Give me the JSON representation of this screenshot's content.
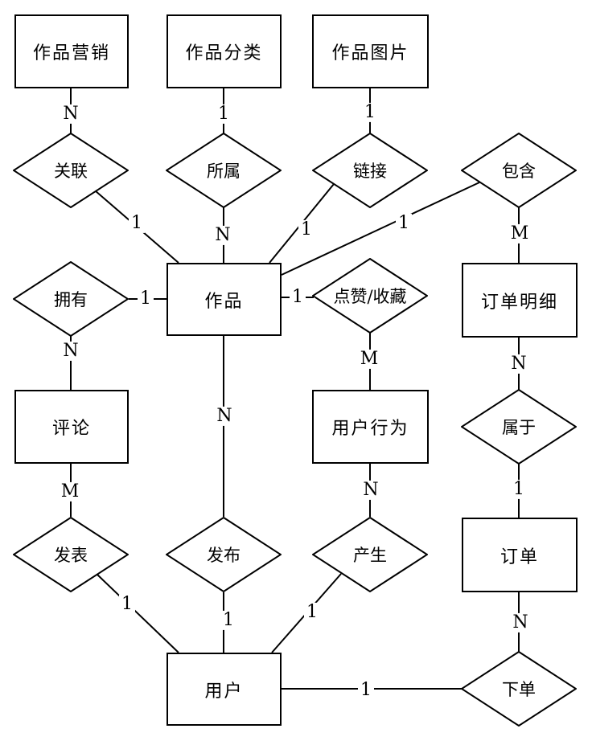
{
  "diagram": {
    "type": "entity-relationship-diagram",
    "colors": {
      "line": "#000000",
      "background": "#ffffff",
      "shape_fill": "#ffffff"
    },
    "entities": [
      {
        "label": "作品营销"
      },
      {
        "label": "作品分类"
      },
      {
        "label": "作品图片"
      },
      {
        "label": "作品"
      },
      {
        "label": "订单明细"
      },
      {
        "label": "评论"
      },
      {
        "label": "用户行为"
      },
      {
        "label": "订单"
      },
      {
        "label": "用户"
      }
    ],
    "relationships": [
      {
        "label": "关联"
      },
      {
        "label": "所属"
      },
      {
        "label": "链接"
      },
      {
        "label": "包含"
      },
      {
        "label": "拥有"
      },
      {
        "label": "点赞/收藏"
      },
      {
        "label": "属于"
      },
      {
        "label": "发表"
      },
      {
        "label": "发布"
      },
      {
        "label": "产生"
      },
      {
        "label": "下单"
      }
    ],
    "edges": [
      {
        "from": "作品营销",
        "to": "关联",
        "cardinality": "N"
      },
      {
        "from": "关联",
        "to": "作品",
        "cardinality": "1"
      },
      {
        "from": "作品分类",
        "to": "所属",
        "cardinality": "1"
      },
      {
        "from": "所属",
        "to": "作品",
        "cardinality": "N"
      },
      {
        "from": "作品图片",
        "to": "链接",
        "cardinality": "1"
      },
      {
        "from": "链接",
        "to": "作品",
        "cardinality": "1"
      },
      {
        "from": "包含",
        "to": "作品",
        "cardinality": "1"
      },
      {
        "from": "包含",
        "to": "订单明细",
        "cardinality": "M"
      },
      {
        "from": "拥有",
        "to": "作品",
        "cardinality": "1"
      },
      {
        "from": "拥有",
        "to": "评论",
        "cardinality": "N"
      },
      {
        "from": "作品",
        "to": "点赞/收藏",
        "cardinality": "1"
      },
      {
        "from": "点赞/收藏",
        "to": "用户行为",
        "cardinality": "M"
      },
      {
        "from": "评论",
        "to": "发表",
        "cardinality": "M"
      },
      {
        "from": "作品",
        "to": "发布",
        "cardinality": "N"
      },
      {
        "from": "用户行为",
        "to": "产生",
        "cardinality": "N"
      },
      {
        "from": "订单明细",
        "to": "属于",
        "cardinality": "N"
      },
      {
        "from": "属于",
        "to": "订单",
        "cardinality": "1"
      },
      {
        "from": "发表",
        "to": "用户",
        "cardinality": "1"
      },
      {
        "from": "发布",
        "to": "用户",
        "cardinality": "1"
      },
      {
        "from": "产生",
        "to": "用户",
        "cardinality": "1"
      },
      {
        "from": "订单",
        "to": "下单",
        "cardinality": "N"
      },
      {
        "from": "用户",
        "to": "下单",
        "cardinality": "1"
      }
    ]
  }
}
